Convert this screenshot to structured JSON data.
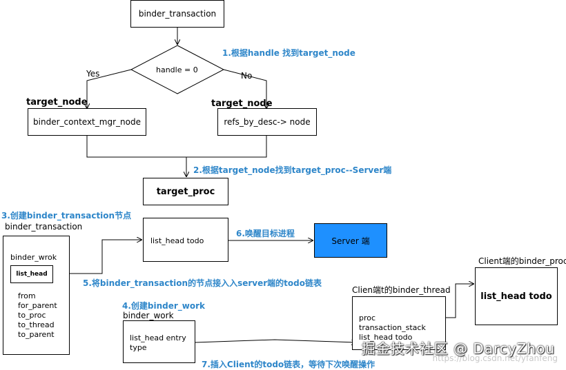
{
  "nodes": {
    "binder_transaction_top": "binder_transaction",
    "decision": "handle = 0",
    "yes_label": "Yes",
    "no_label": "No",
    "target_node_left": "target_node",
    "target_node_right": "target_node",
    "context_mgr": "binder_context_mgr_node",
    "refs_by_desc": "refs_by_desc-> node",
    "target_proc": "target_proc",
    "list_head_todo_server": "list_head todo",
    "server": "Server 端",
    "binder_transaction_label": "binder_transaction",
    "binder_wrok": "binder_wrok",
    "list_head_inner": "list_head",
    "from": "from",
    "for_parent": "for_parent",
    "to_proc": "to_proc",
    "to_thread": "to_thread",
    "to_parent": "to_parent",
    "binder_work_label": "binder_work",
    "list_head_entry": "list_head entry",
    "type": "type",
    "client_thread_label": "Clien端t的binder_thread",
    "proc": "proc",
    "transaction_stack": "transaction_stack",
    "list_head_todo_client_thread": "list_head todo",
    "client_proc_label": "Client端的binder_proc",
    "client_proc_todo": "list_head todo"
  },
  "steps": {
    "s1": "1.根据handle 找到target_node",
    "s2": "2.根据target_node找到target_proc--Server端",
    "s3": "3.创建binder_transaction节点",
    "s4": "4.创建binder_work",
    "s5": "5.将binder_transaction的节点接入入server端的todo链表",
    "s6": "6.唤醒目标进程",
    "s7": "7.插入Client的todo链表，等待下次唤醒操作"
  },
  "watermark": {
    "main": "掘金技术社区 @ DarcyZhou",
    "sub": "https://blog.csdn.net/yfanfeng"
  },
  "colors": {
    "step_text": "#2e86c9",
    "server_fill": "#1e90ff"
  }
}
